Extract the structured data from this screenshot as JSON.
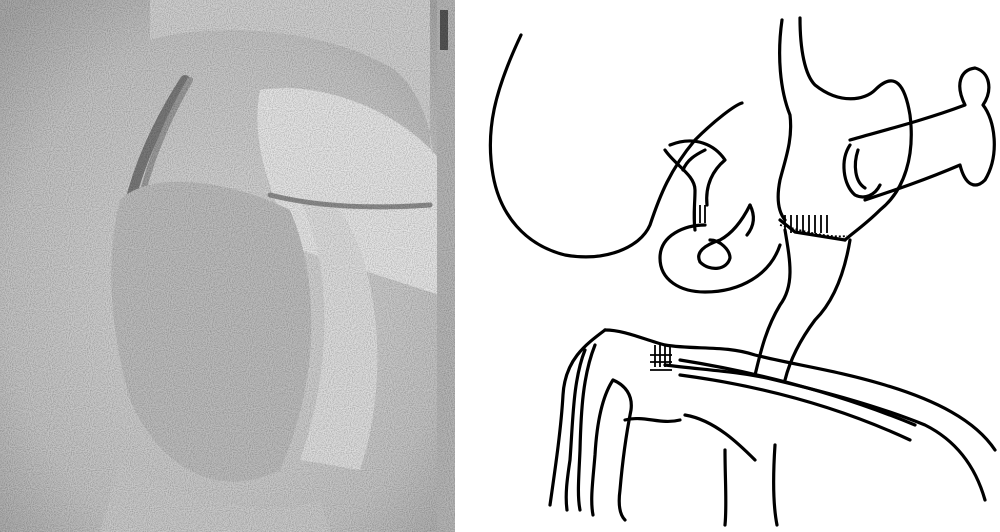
{
  "figure": {
    "panels": [
      {
        "kind": "photograph",
        "subject": "surgical-abdomen-photo",
        "tone": "grayscale"
      },
      {
        "kind": "line-drawing",
        "subject": "anastomosis-schematic",
        "tone": "black-on-white"
      }
    ]
  },
  "colors": {
    "photo_light": "#e3e3e3",
    "photo_mid": "#b5b5b5",
    "photo_dark": "#6a6a6a",
    "ink": "#000000",
    "paper": "#ffffff"
  }
}
